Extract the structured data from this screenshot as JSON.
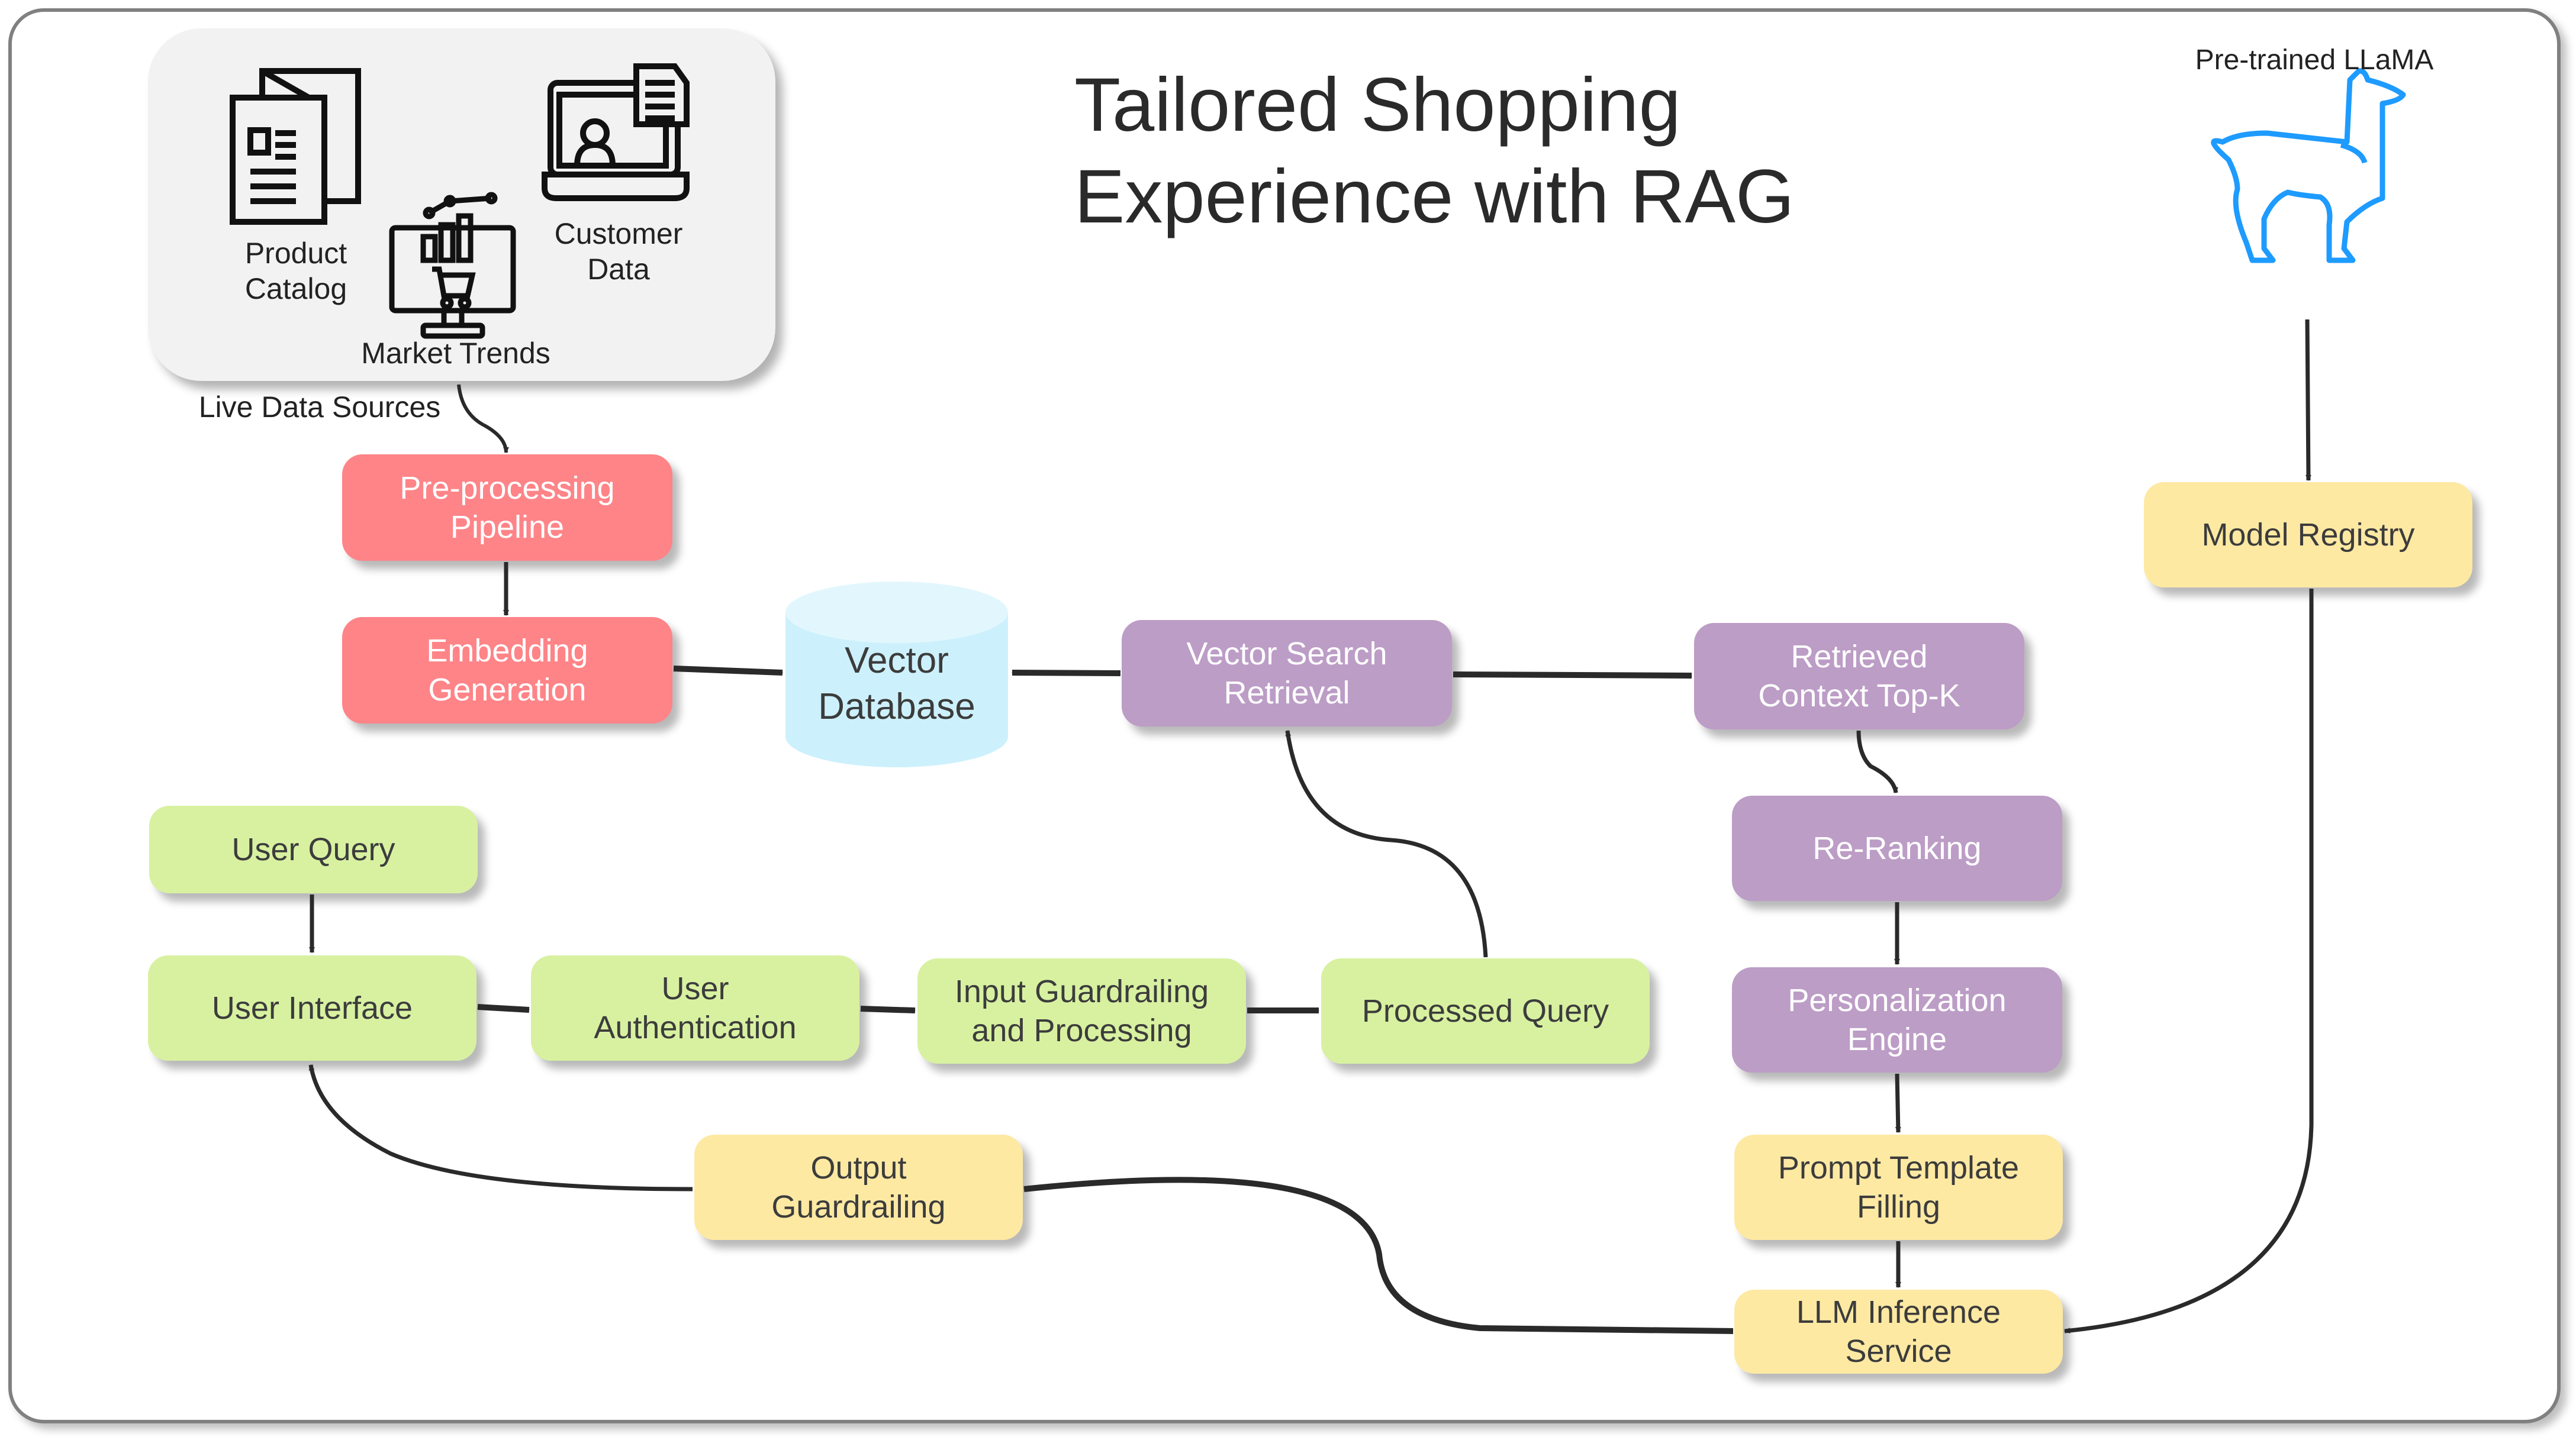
{
  "title": "Tailored Shopping\nExperience with RAG",
  "data_sources": {
    "group_label": "Live Data Sources",
    "items": [
      {
        "label": "Product\nCatalog",
        "icon": "catalog-icon"
      },
      {
        "label": "Market Trends",
        "icon": "market-trends-icon"
      },
      {
        "label": "Customer\nData",
        "icon": "customer-data-icon"
      }
    ]
  },
  "model": {
    "label": "Pre-trained LLaMA",
    "icon": "llama-icon",
    "color": "#1e9bff"
  },
  "nodes": {
    "preprocessing": "Pre-processing\nPipeline",
    "embedding": "Embedding\nGeneration",
    "vector_db": "Vector\nDatabase",
    "vector_search": "Vector Search\nRetrieval",
    "retrieved_context": "Retrieved\nContext Top-K",
    "reranking": "Re-Ranking",
    "personalization": "Personalization\nEngine",
    "prompt_template": "Prompt Template\nFilling",
    "llm_inference": "LLM Inference\nService",
    "model_registry": "Model Registry",
    "user_query": "User Query",
    "user_interface": "User Interface",
    "user_auth": "User\nAuthentication",
    "input_guard": "Input Guardrailing\nand Processing",
    "processed_query": "Processed Query",
    "output_guard": "Output\nGuardrailing"
  },
  "colors": {
    "ingestion": "#fe8488",
    "retrieval": "#bc9dc6",
    "user_flow": "#d8f1a1",
    "generation": "#fee9a3",
    "database": "#cdf1fc",
    "edge": "#2a2a2a"
  }
}
